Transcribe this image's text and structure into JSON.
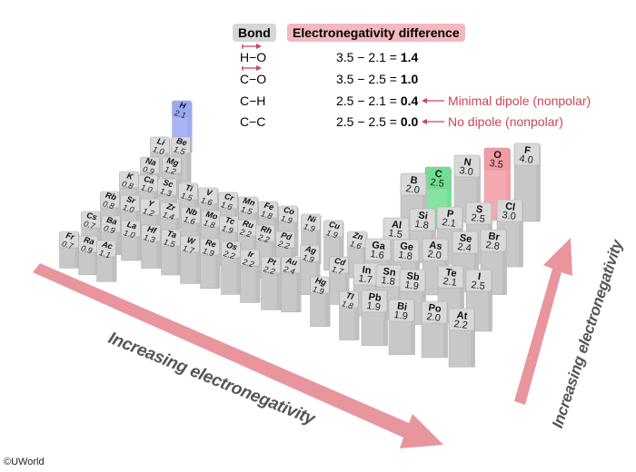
{
  "table": {
    "bond_header": "Bond",
    "diff_header": "Electronegativity difference",
    "header_colors": {
      "bond": "#d6d6d6",
      "diff": "#f4b8c0"
    },
    "rows": [
      {
        "bond": "H−O",
        "equation": "3.5 − 2.1 = ",
        "result": "1.4",
        "dipole_arrow": true,
        "note": ""
      },
      {
        "bond": "C−O",
        "equation": "3.5 − 2.5 = ",
        "result": "1.0",
        "dipole_arrow": true,
        "note": ""
      },
      {
        "bond": "C−H",
        "equation": "2.5 − 2.1 = ",
        "result": "0.4",
        "dipole_arrow": false,
        "note": "Minimal dipole (nonpolar)"
      },
      {
        "bond": "C−C",
        "equation": "2.5 − 2.5 = ",
        "result": "0.0",
        "dipole_arrow": false,
        "note": "No dipole (nonpolar)"
      }
    ]
  },
  "elements": [
    {
      "symbol": "H",
      "en": "2.1",
      "highlight": "blue"
    },
    {
      "symbol": "Li",
      "en": "1.0"
    },
    {
      "symbol": "Be",
      "en": "1.5"
    },
    {
      "symbol": "Na",
      "en": "0.9"
    },
    {
      "symbol": "Mg",
      "en": "1.2"
    },
    {
      "symbol": "K",
      "en": "0.8"
    },
    {
      "symbol": "Ca",
      "en": "1.0"
    },
    {
      "symbol": "Sc",
      "en": "1.3"
    },
    {
      "symbol": "Ti",
      "en": "1.5"
    },
    {
      "symbol": "V",
      "en": "1.6"
    },
    {
      "symbol": "Cr",
      "en": "1.6"
    },
    {
      "symbol": "Mn",
      "en": "1.5"
    },
    {
      "symbol": "Fe",
      "en": "1.8"
    },
    {
      "symbol": "Co",
      "en": "1.9"
    },
    {
      "symbol": "Ni",
      "en": "1.9"
    },
    {
      "symbol": "Cu",
      "en": "1.9"
    },
    {
      "symbol": "Zn",
      "en": "1.6"
    },
    {
      "symbol": "Rb",
      "en": "0.8"
    },
    {
      "symbol": "Sr",
      "en": "1.0"
    },
    {
      "symbol": "Y",
      "en": "1.2"
    },
    {
      "symbol": "Zr",
      "en": "1.4"
    },
    {
      "symbol": "Nb",
      "en": "1.6"
    },
    {
      "symbol": "Mo",
      "en": "1.8"
    },
    {
      "symbol": "Tc",
      "en": "1.9"
    },
    {
      "symbol": "Ru",
      "en": "2.2"
    },
    {
      "symbol": "Rh",
      "en": "2.2"
    },
    {
      "symbol": "Pd",
      "en": "2.2"
    },
    {
      "symbol": "Ag",
      "en": "1.9"
    },
    {
      "symbol": "Cd",
      "en": "1.7"
    },
    {
      "symbol": "Cs",
      "en": "0.7"
    },
    {
      "symbol": "Ba",
      "en": "0.9"
    },
    {
      "symbol": "La",
      "en": "1.0"
    },
    {
      "symbol": "Hf",
      "en": "1.3"
    },
    {
      "symbol": "Ta",
      "en": "1.5"
    },
    {
      "symbol": "W",
      "en": "1.7"
    },
    {
      "symbol": "Re",
      "en": "1.9"
    },
    {
      "symbol": "Os",
      "en": "2.2"
    },
    {
      "symbol": "Ir",
      "en": "2.2"
    },
    {
      "symbol": "Pt",
      "en": "2.2"
    },
    {
      "symbol": "Au",
      "en": "2.4"
    },
    {
      "symbol": "Hg",
      "en": "1.9"
    },
    {
      "symbol": "Tl",
      "en": "1.8"
    },
    {
      "symbol": "Fr",
      "en": "0.7"
    },
    {
      "symbol": "Ra",
      "en": "0.9"
    },
    {
      "symbol": "Ac",
      "en": "1.1"
    },
    {
      "symbol": "B",
      "en": "2.0"
    },
    {
      "symbol": "C",
      "en": "2.5",
      "highlight": "green"
    },
    {
      "symbol": "N",
      "en": "3.0"
    },
    {
      "symbol": "O",
      "en": "3.5",
      "highlight": "red"
    },
    {
      "symbol": "F",
      "en": "4.0"
    },
    {
      "symbol": "Al",
      "en": "1.5"
    },
    {
      "symbol": "Si",
      "en": "1.8"
    },
    {
      "symbol": "P",
      "en": "2.1"
    },
    {
      "symbol": "S",
      "en": "2.5"
    },
    {
      "symbol": "Cl",
      "en": "3.0"
    },
    {
      "symbol": "Ga",
      "en": "1.6"
    },
    {
      "symbol": "Ge",
      "en": "1.8"
    },
    {
      "symbol": "As",
      "en": "2.0"
    },
    {
      "symbol": "Se",
      "en": "2.4"
    },
    {
      "symbol": "Br",
      "en": "2.8"
    },
    {
      "symbol": "In",
      "en": "1.7"
    },
    {
      "symbol": "Sn",
      "en": "1.8"
    },
    {
      "symbol": "Sb",
      "en": "1.9"
    },
    {
      "symbol": "Te",
      "en": "2.1"
    },
    {
      "symbol": "I",
      "en": "2.5"
    },
    {
      "symbol": "Pb",
      "en": "1.9"
    },
    {
      "symbol": "Bi",
      "en": "1.9"
    },
    {
      "symbol": "Po",
      "en": "2.0"
    },
    {
      "symbol": "At",
      "en": "2.2"
    }
  ],
  "highlight_colors": {
    "blue": "#9aa8f5",
    "green": "#6fe08f",
    "red": "#f59aa3",
    "default": "#d9d9d9"
  },
  "arrows": {
    "horizontal_label": "Increasing electronegativity",
    "vertical_label": "Increasing electronegativity",
    "color": "#e9959d"
  },
  "copyright": "©UWorld"
}
